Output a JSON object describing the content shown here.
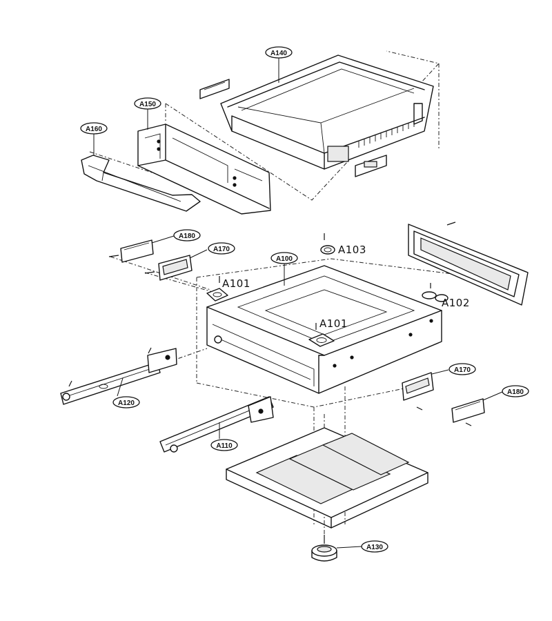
{
  "diagram": {
    "part_tags": {
      "a140": "A140",
      "a150": "A150",
      "a160": "A160",
      "a180_top": "A180",
      "a170_top": "A170",
      "a100": "A100",
      "a120": "A120",
      "a110": "A110",
      "a170_bottom": "A170",
      "a180_bottom": "A180",
      "a130": "A130"
    },
    "handwritten_labels": {
      "a101_left": "A101",
      "a101_center": "A101",
      "a102": "A102",
      "a103": "A103"
    }
  }
}
